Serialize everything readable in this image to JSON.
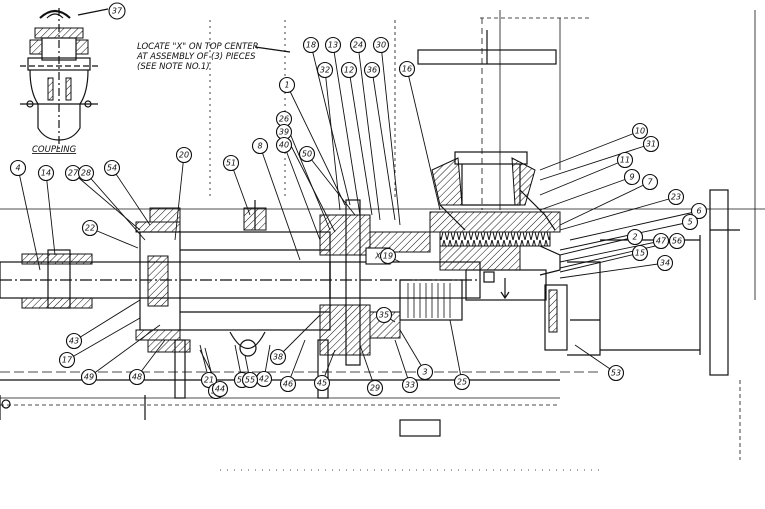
{
  "note": {
    "line1": "LOCATE \"X\" ON TOP CENTER",
    "line2": "AT ASSEMBLY OF (3) PIECES",
    "line3": "(SEE NOTE NO.1)"
  },
  "coupling_label": "COUPLING",
  "center_mark": "X",
  "callouts": [
    "37",
    "18",
    "13",
    "24",
    "30",
    "32",
    "12",
    "36",
    "16",
    "1",
    "26",
    "39",
    "40",
    "8",
    "50",
    "20",
    "51",
    "4",
    "14",
    "27",
    "28",
    "54",
    "22",
    "10",
    "31",
    "11",
    "9",
    "7",
    "23",
    "6",
    "5",
    "2",
    "47",
    "56",
    "15",
    "34",
    "19",
    "25",
    "3",
    "35",
    "53",
    "43",
    "17",
    "49",
    "48",
    "52",
    "21",
    "57",
    "44",
    "38",
    "42",
    "55",
    "46",
    "45",
    "29",
    "33"
  ],
  "colors": {
    "ink": "#111111",
    "paper": "#ffffff"
  }
}
